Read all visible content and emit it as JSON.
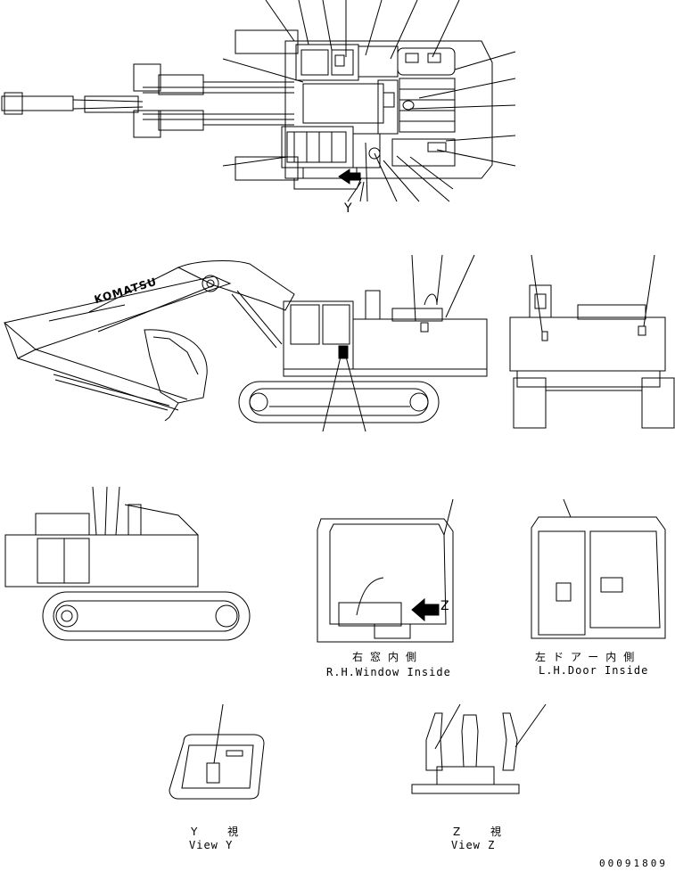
{
  "brand_text": "KOMATSU",
  "markers": {
    "y": "Y",
    "z": "Z"
  },
  "captions": {
    "rh_window_jp": "右窓内側",
    "rh_window_en": "R.H.Window Inside",
    "lh_door_jp": "左ドアー内側",
    "lh_door_en": "L.H.Door Inside",
    "view_y_jp": "Y 視",
    "view_y_en": "View Y",
    "view_z_jp": "Z 視",
    "view_z_en": "View Z"
  },
  "doc_number": "00091809"
}
